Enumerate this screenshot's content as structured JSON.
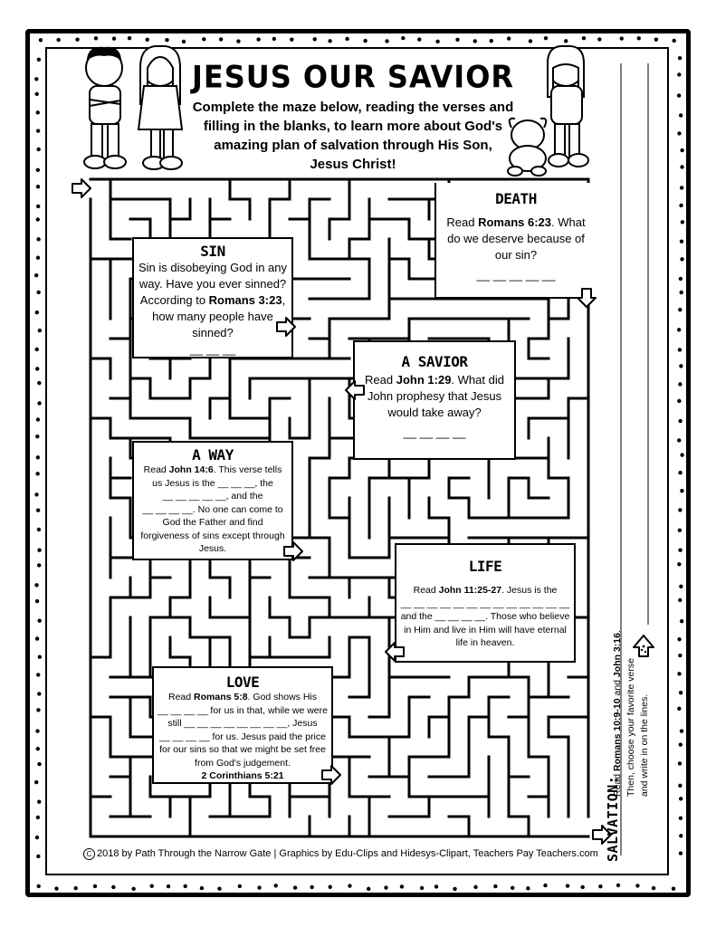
{
  "title": "JESUS OUR SAVIOR",
  "intro": [
    "Complete the maze below, reading the verses and",
    "filling in the blanks, to learn more about God's",
    "amazing plan of salvation through His Son,",
    "Jesus Christ!"
  ],
  "boxes": {
    "sin": {
      "heading": "SIN",
      "lines": [
        "Sin is disobeying God in any",
        "way. Have you ever sinned?"
      ],
      "ref_pre": "According to ",
      "ref": "Romans 3:23",
      "ref_post": ",",
      "lines2": [
        "how many people have",
        "sinned?"
      ],
      "blank": "__ __ __"
    },
    "death": {
      "heading": "DEATH",
      "pre": "Read ",
      "ref": "Romans 6:23",
      "post": ". What",
      "lines": [
        "do we deserve because of",
        "our sin?"
      ],
      "blank": "__ __ __ __ __"
    },
    "savior": {
      "heading": "A SAVIOR",
      "pre": "Read ",
      "ref": "John 1:29",
      "post": ". What did",
      "lines": [
        "John prophesy that Jesus",
        "would take away?"
      ],
      "blank": "__ __ __ __"
    },
    "way": {
      "heading": "A WAY",
      "pre": "Read ",
      "ref": "John 14:6",
      "post": ". This verse tells",
      "lines": [
        "us Jesus is the __ __ __, the",
        "__ __ __ __ __, and the",
        "__ __ __ __. No one can come to",
        "God the Father and find",
        "forgiveness of sins except through",
        "Jesus."
      ]
    },
    "life": {
      "heading": "LIFE",
      "pre": "Read ",
      "ref": "John 11:25-27",
      "post": ". Jesus is the",
      "lines": [
        "__ __ __ __ __ __ __ __ __ __ __ __ __",
        "and the __ __ __ __. Those who believe",
        "in Him and live in Him will have eternal",
        "life in heaven."
      ]
    },
    "love": {
      "heading": "LOVE",
      "pre": "Read ",
      "ref": "Romans 5:8",
      "post": ". God shows His",
      "lines": [
        "__ __ __ __ for us in that, while we were",
        "still __ __ __ __ __ __ __ __, Jesus",
        "__ __ __ __ for us. Jesus paid the price",
        "for our sins so that we might be set free",
        "from God's judgement."
      ],
      "ref2": "2 Corinthians 5:21"
    }
  },
  "salvation": {
    "label": "SALVATION:",
    "note_pre": "Read ",
    "ref1": "Romans 10:9-10",
    "note_mid": " and ",
    "ref2": "John 3:16",
    "note_post": ".",
    "line2": "Then, choose your favorite verse",
    "line3": "and write in on the lines."
  },
  "footer": {
    "symbol": "C",
    "text": "2018 by Path Through the Narrow Gate | Graphics by Edu-Clips and Hidesys-Clipart, Teachers Pay Teachers.com"
  }
}
